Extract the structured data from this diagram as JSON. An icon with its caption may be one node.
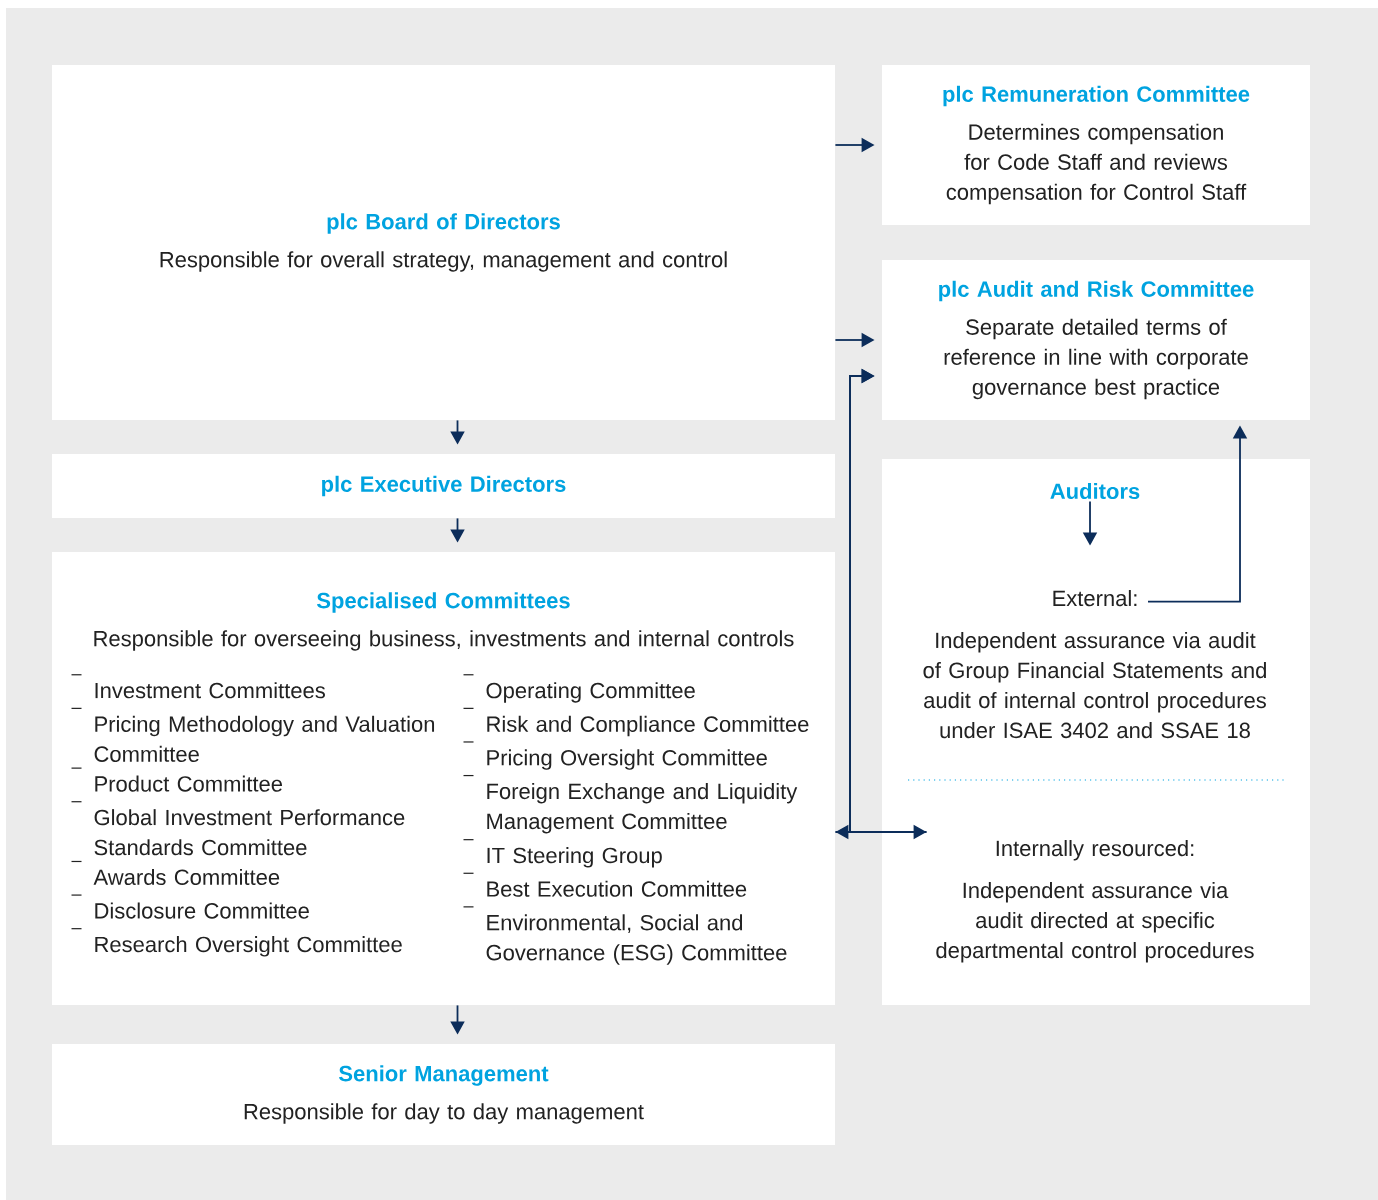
{
  "diagram": {
    "nodes": [
      {
        "text": [
          "plc Board of Directors",
          "Responsible for overall strategy, management and control"
        ]
      },
      {
        "text": [
          "plc Remuneration Committee",
          "Determines compensation for Code Staff and reviews compensation for Control Staff"
        ]
      },
      {
        "text": [
          "plc Audit and Risk Committee",
          "Separate detailed terms of reference in line with corporate governance best practice"
        ]
      },
      {
        "text": [
          "plc Executive Directors"
        ]
      },
      {
        "text": [
          "Auditors"
        ]
      },
      {
        "text": [
          "External:",
          "Independent assurance via audit of Group Financial Statements and audit of internal control procedures under ISAE 3402 and SSAE 18"
        ],
        "in": 4
      },
      {
        "text": [
          "Internally resourced:",
          "Independent assurance via audit directed at specific departmental control procedures"
        ],
        "in": 4
      },
      {
        "text": [
          "Specialised Committees",
          "Responsible for overseeing business, investments and internal controls",
          "Investment Committees",
          "Pricing Methodology and Valuation Committee",
          "Product Committee",
          "Global Investment Performance Standards Committee",
          "Awards Committee",
          "Disclosure Committee",
          "Research Oversight Committee",
          "Operating Committee",
          "Risk and Compliance Committee",
          "Pricing Oversight Committee",
          "Foreign Exchange and Liquidity Management Committee",
          "IT Steering Group",
          "Best Execution Committee",
          "Environmental, Social and Governance (ESG) Committee"
        ]
      },
      {
        "text": [
          "Senior Management",
          "Responsible for day to day management"
        ]
      }
    ],
    "edges": [
      {
        "from": 0,
        "to": 1,
        "arrow": "to"
      },
      {
        "from": 0,
        "to": 2,
        "arrow": "to"
      },
      {
        "from": 0,
        "to": 3,
        "arrow": "to"
      },
      {
        "from": 3,
        "to": 7,
        "arrow": "to"
      },
      {
        "from": 7,
        "to": 8,
        "arrow": "to"
      },
      {
        "from": 7,
        "to": 6,
        "arrow": "both"
      },
      {
        "from": 7,
        "to": 2,
        "arrow": "to"
      },
      {
        "from": 6,
        "to": 2,
        "arrow": "to"
      },
      {
        "from": 4,
        "to": 5,
        "arrow": "to"
      },
      {
        "from": 5,
        "to": 2,
        "arrow": "to"
      }
    ]
  }
}
